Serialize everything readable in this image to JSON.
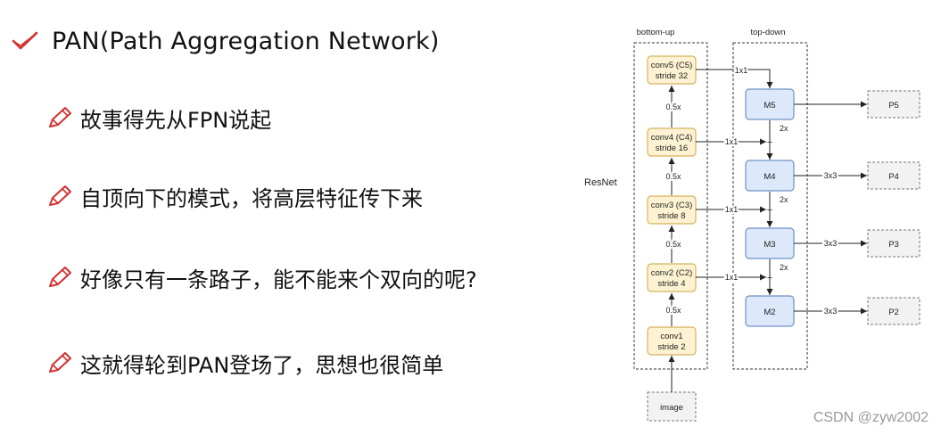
{
  "slide": {
    "title": "PAN(Path Aggregation Network)",
    "bullets": [
      "故事得先从FPN说起",
      "自顶向下的模式，将高层特征传下来",
      "好像只有一条路子，能不能来个双向的呢?",
      "这就得轮到PAN登场了，思想也很简单"
    ]
  },
  "diagram": {
    "backbone_label": "ResNet",
    "column_titles": [
      "bottom-up",
      "top-down"
    ],
    "bottom_up": [
      [
        "conv5 (C5)",
        "stride 32"
      ],
      [
        "conv4 (C4)",
        "stride 16"
      ],
      [
        "conv3 (C3)",
        "stride 8"
      ],
      [
        "conv2 (C2)",
        "stride 4"
      ],
      [
        "conv1",
        "stride 2"
      ]
    ],
    "downsample_labels": [
      "0.5x",
      "0.5x",
      "0.5x",
      "0.5x"
    ],
    "lateral_labels": [
      "1x1",
      "1x1",
      "1x1",
      "1x1"
    ],
    "top_down": [
      "M5",
      "M4",
      "M3",
      "M2"
    ],
    "upsample_labels": [
      "2x",
      "2x",
      "2x"
    ],
    "output_conv_labels": [
      "3x3",
      "3x3",
      "3x3"
    ],
    "outputs": [
      "P5",
      "P4",
      "P3",
      "P2"
    ],
    "input_label": "image",
    "plus_signs": [
      "+",
      "+",
      "+"
    ]
  },
  "watermark": "CSDN @zyw2002",
  "colors": {
    "checkmark": "#d33030",
    "pencil": "#d33030",
    "backbone_fill": "#fdf3d2",
    "backbone_stroke": "#d6b25e",
    "topdown_fill": "#dde9fa",
    "topdown_stroke": "#6c92c8",
    "output_fill": "#f2f2f2",
    "output_stroke": "#777777"
  },
  "icons": [
    "check-icon",
    "pencil-icon"
  ]
}
